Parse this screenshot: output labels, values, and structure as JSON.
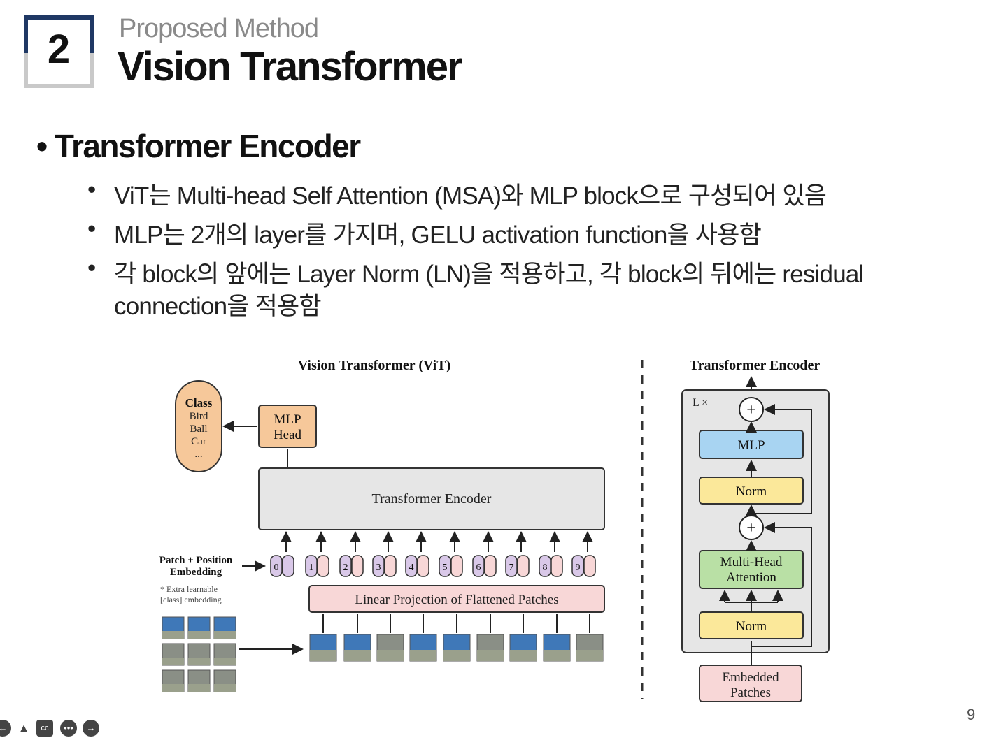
{
  "header": {
    "section_number": "2",
    "subtitle": "Proposed Method",
    "title": "Vision Transformer"
  },
  "content": {
    "main_bullet": "Transformer Encoder",
    "sub_bullets": [
      "ViT는 Multi-head Self Attention (MSA)와 MLP block으로 구성되어 있음",
      "MLP는 2개의 layer를 가지며, GELU activation function을 사용함",
      "각 block의 앞에는 Layer Norm (LN)을 적용하고, 각 block의 뒤에는 residual",
      "connection을 적용함"
    ]
  },
  "figure": {
    "vit_title": "Vision Transformer (ViT)",
    "class_label": "Class",
    "class_items": [
      "Bird",
      "Ball",
      "Car",
      "..."
    ],
    "mlp_head": [
      "MLP",
      "Head"
    ],
    "transformer_encoder": "Transformer Encoder",
    "patch_label": [
      "Patch + Position",
      "Embedding"
    ],
    "extra_note": [
      "* Extra learnable",
      "[class] embedding"
    ],
    "token_indices": [
      "0",
      "1",
      "2",
      "3",
      "4",
      "5",
      "6",
      "7",
      "8",
      "9"
    ],
    "linear_projection": "Linear Projection of Flattened Patches",
    "encoder_title": "Transformer Encoder",
    "repeat_label": "L ×",
    "mlp_block": "MLP",
    "norm_block": "Norm",
    "mha_block": [
      "Multi-Head",
      "Attention"
    ],
    "embedded_patches": [
      "Embedded",
      "Patches"
    ],
    "colors": {
      "class_box": "#f6c89a",
      "mlp_head": "#f6c89a",
      "encoder_box": "#e6e6e6",
      "linear_proj": "#f8d7d7",
      "token": "#d9c8e8",
      "mlp_block": "#a8d4f2",
      "norm_block": "#fbe89a",
      "mha_block": "#b9e0a5",
      "embedded": "#f8d7d7"
    }
  },
  "footer": {
    "page_number": "9"
  }
}
